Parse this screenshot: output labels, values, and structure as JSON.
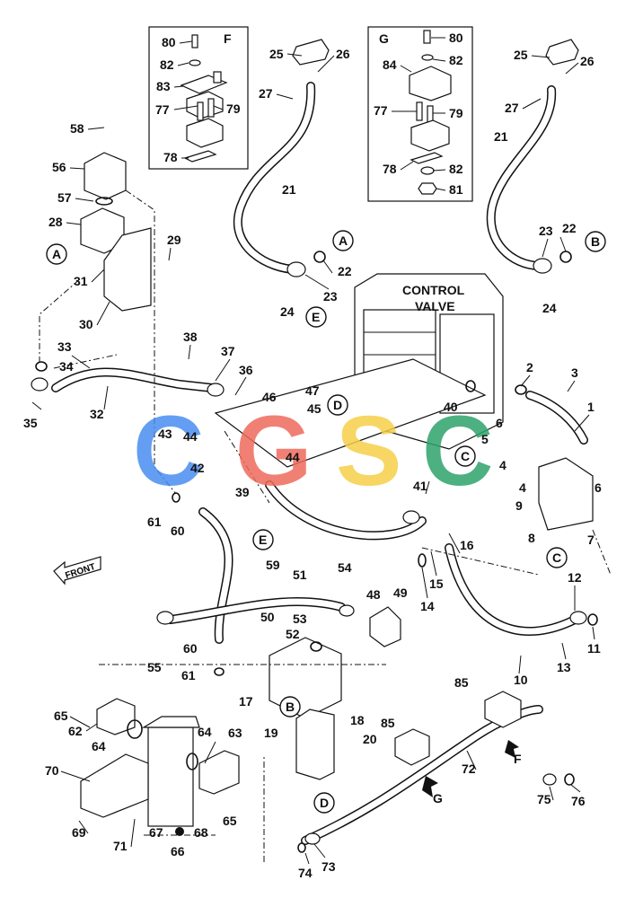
{
  "diagram": {
    "control_valve_label": [
      "CONTROL",
      "VALVE"
    ],
    "front_label": "FRONT",
    "inset_f_title": "F",
    "inset_g_title": "G",
    "callout_letters": [
      "A",
      "B",
      "C",
      "D",
      "E",
      "F",
      "G"
    ],
    "watermark_letters": [
      "C",
      "G",
      "S",
      "C"
    ],
    "colors": {
      "ink": "#111111",
      "watermark_blue": "#4a8ef0",
      "watermark_red": "#ef6b5c",
      "watermark_yellow": "#f7cf4a",
      "watermark_green": "#2fa36b",
      "part_48_label": "#333333",
      "part_43_44_label": "#333333"
    }
  }
}
